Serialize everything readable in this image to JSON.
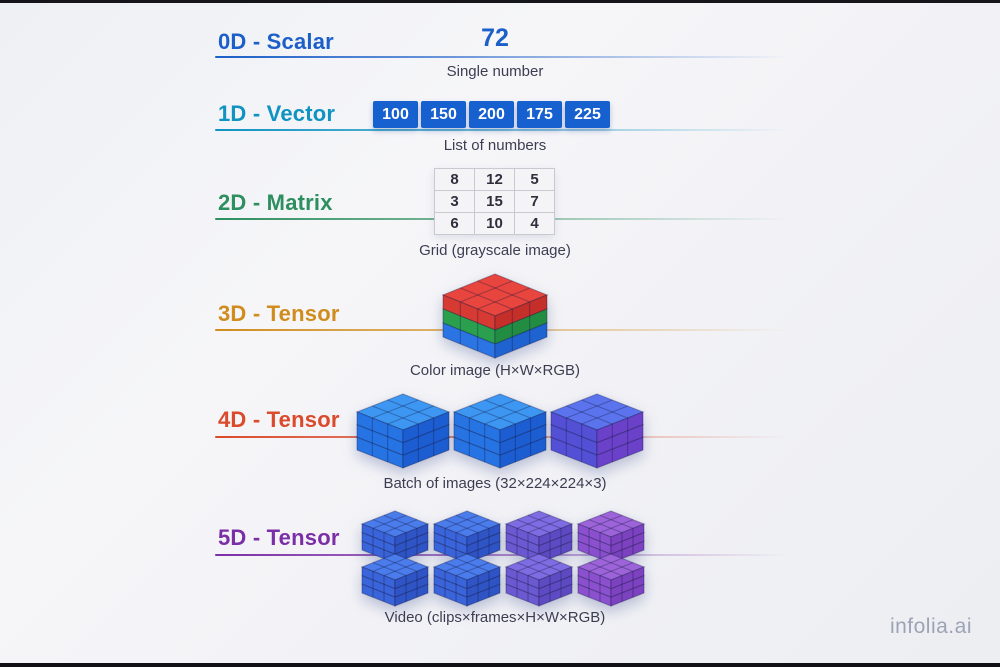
{
  "watermark": "infolia.ai",
  "rows": [
    {
      "label": "0D - Scalar",
      "color": "#1d5fc8",
      "value": "72",
      "caption": "Single number"
    },
    {
      "label": "1D - Vector",
      "color": "#0e93c2",
      "cell_bg": "#1660d0",
      "cells": [
        "100",
        "150",
        "200",
        "175",
        "225"
      ],
      "caption": "List of numbers"
    },
    {
      "label": "2D - Matrix",
      "color": "#2d8f5f",
      "matrix": [
        [
          "8",
          "12",
          "5"
        ],
        [
          "3",
          "15",
          "7"
        ],
        [
          "6",
          "10",
          "4"
        ]
      ],
      "caption": "Grid (grayscale image)"
    },
    {
      "label": "3D - Tensor",
      "color": "#d08d1e",
      "caption": "Color image (H×W×RGB)"
    },
    {
      "label": "4D - Tensor",
      "color": "#da4a2b",
      "caption": "Batch of images (32×224×224×3)"
    },
    {
      "label": "5D - Tensor",
      "color": "#7b2fa6",
      "caption": "Video (clips×frames×H×W×RGB)"
    }
  ],
  "cubes": {
    "rgb": {
      "top": "#e8453e",
      "left": [
        "#d73a32",
        "#2aa04e",
        "#2b74e4"
      ],
      "right": [
        "#c52f29",
        "#238c43",
        "#1f63d0"
      ]
    },
    "batch": [
      {
        "top": "#3d97f2",
        "left": [
          "#2673e4",
          "#2673e4",
          "#2673e4"
        ],
        "right": [
          "#1c5ed2",
          "#1c5ed2",
          "#1c5ed2"
        ]
      },
      {
        "top": "#3d97f2",
        "left": [
          "#2673e4",
          "#2673e4",
          "#2673e4"
        ],
        "right": [
          "#1c5ed2",
          "#1c5ed2",
          "#1c5ed2"
        ]
      },
      {
        "top": "#5b74ee",
        "left": [
          "#5450d6",
          "#5450d6",
          "#5450d6"
        ],
        "right": [
          "#6a41c8",
          "#6a41c8",
          "#6a41c8"
        ]
      }
    ],
    "video": [
      {
        "top": "#4a7cec",
        "left": [
          "#3a64da",
          "#3a64da",
          "#3a64da"
        ],
        "right": [
          "#2f54c6",
          "#2f54c6",
          "#2f54c6"
        ]
      },
      {
        "top": "#4a7cec",
        "left": [
          "#3a64da",
          "#3a64da",
          "#3a64da"
        ],
        "right": [
          "#2f54c6",
          "#2f54c6",
          "#2f54c6"
        ]
      },
      {
        "top": "#7e6ce2",
        "left": [
          "#6b59d2",
          "#6b59d2",
          "#6b59d2"
        ],
        "right": [
          "#5e4ac2",
          "#5e4ac2",
          "#5e4ac2"
        ]
      },
      {
        "top": "#9d64da",
        "left": [
          "#8a50ce",
          "#8a50ce",
          "#8a50ce"
        ],
        "right": [
          "#7c42c0",
          "#7c42c0",
          "#7c42c0"
        ]
      }
    ]
  }
}
